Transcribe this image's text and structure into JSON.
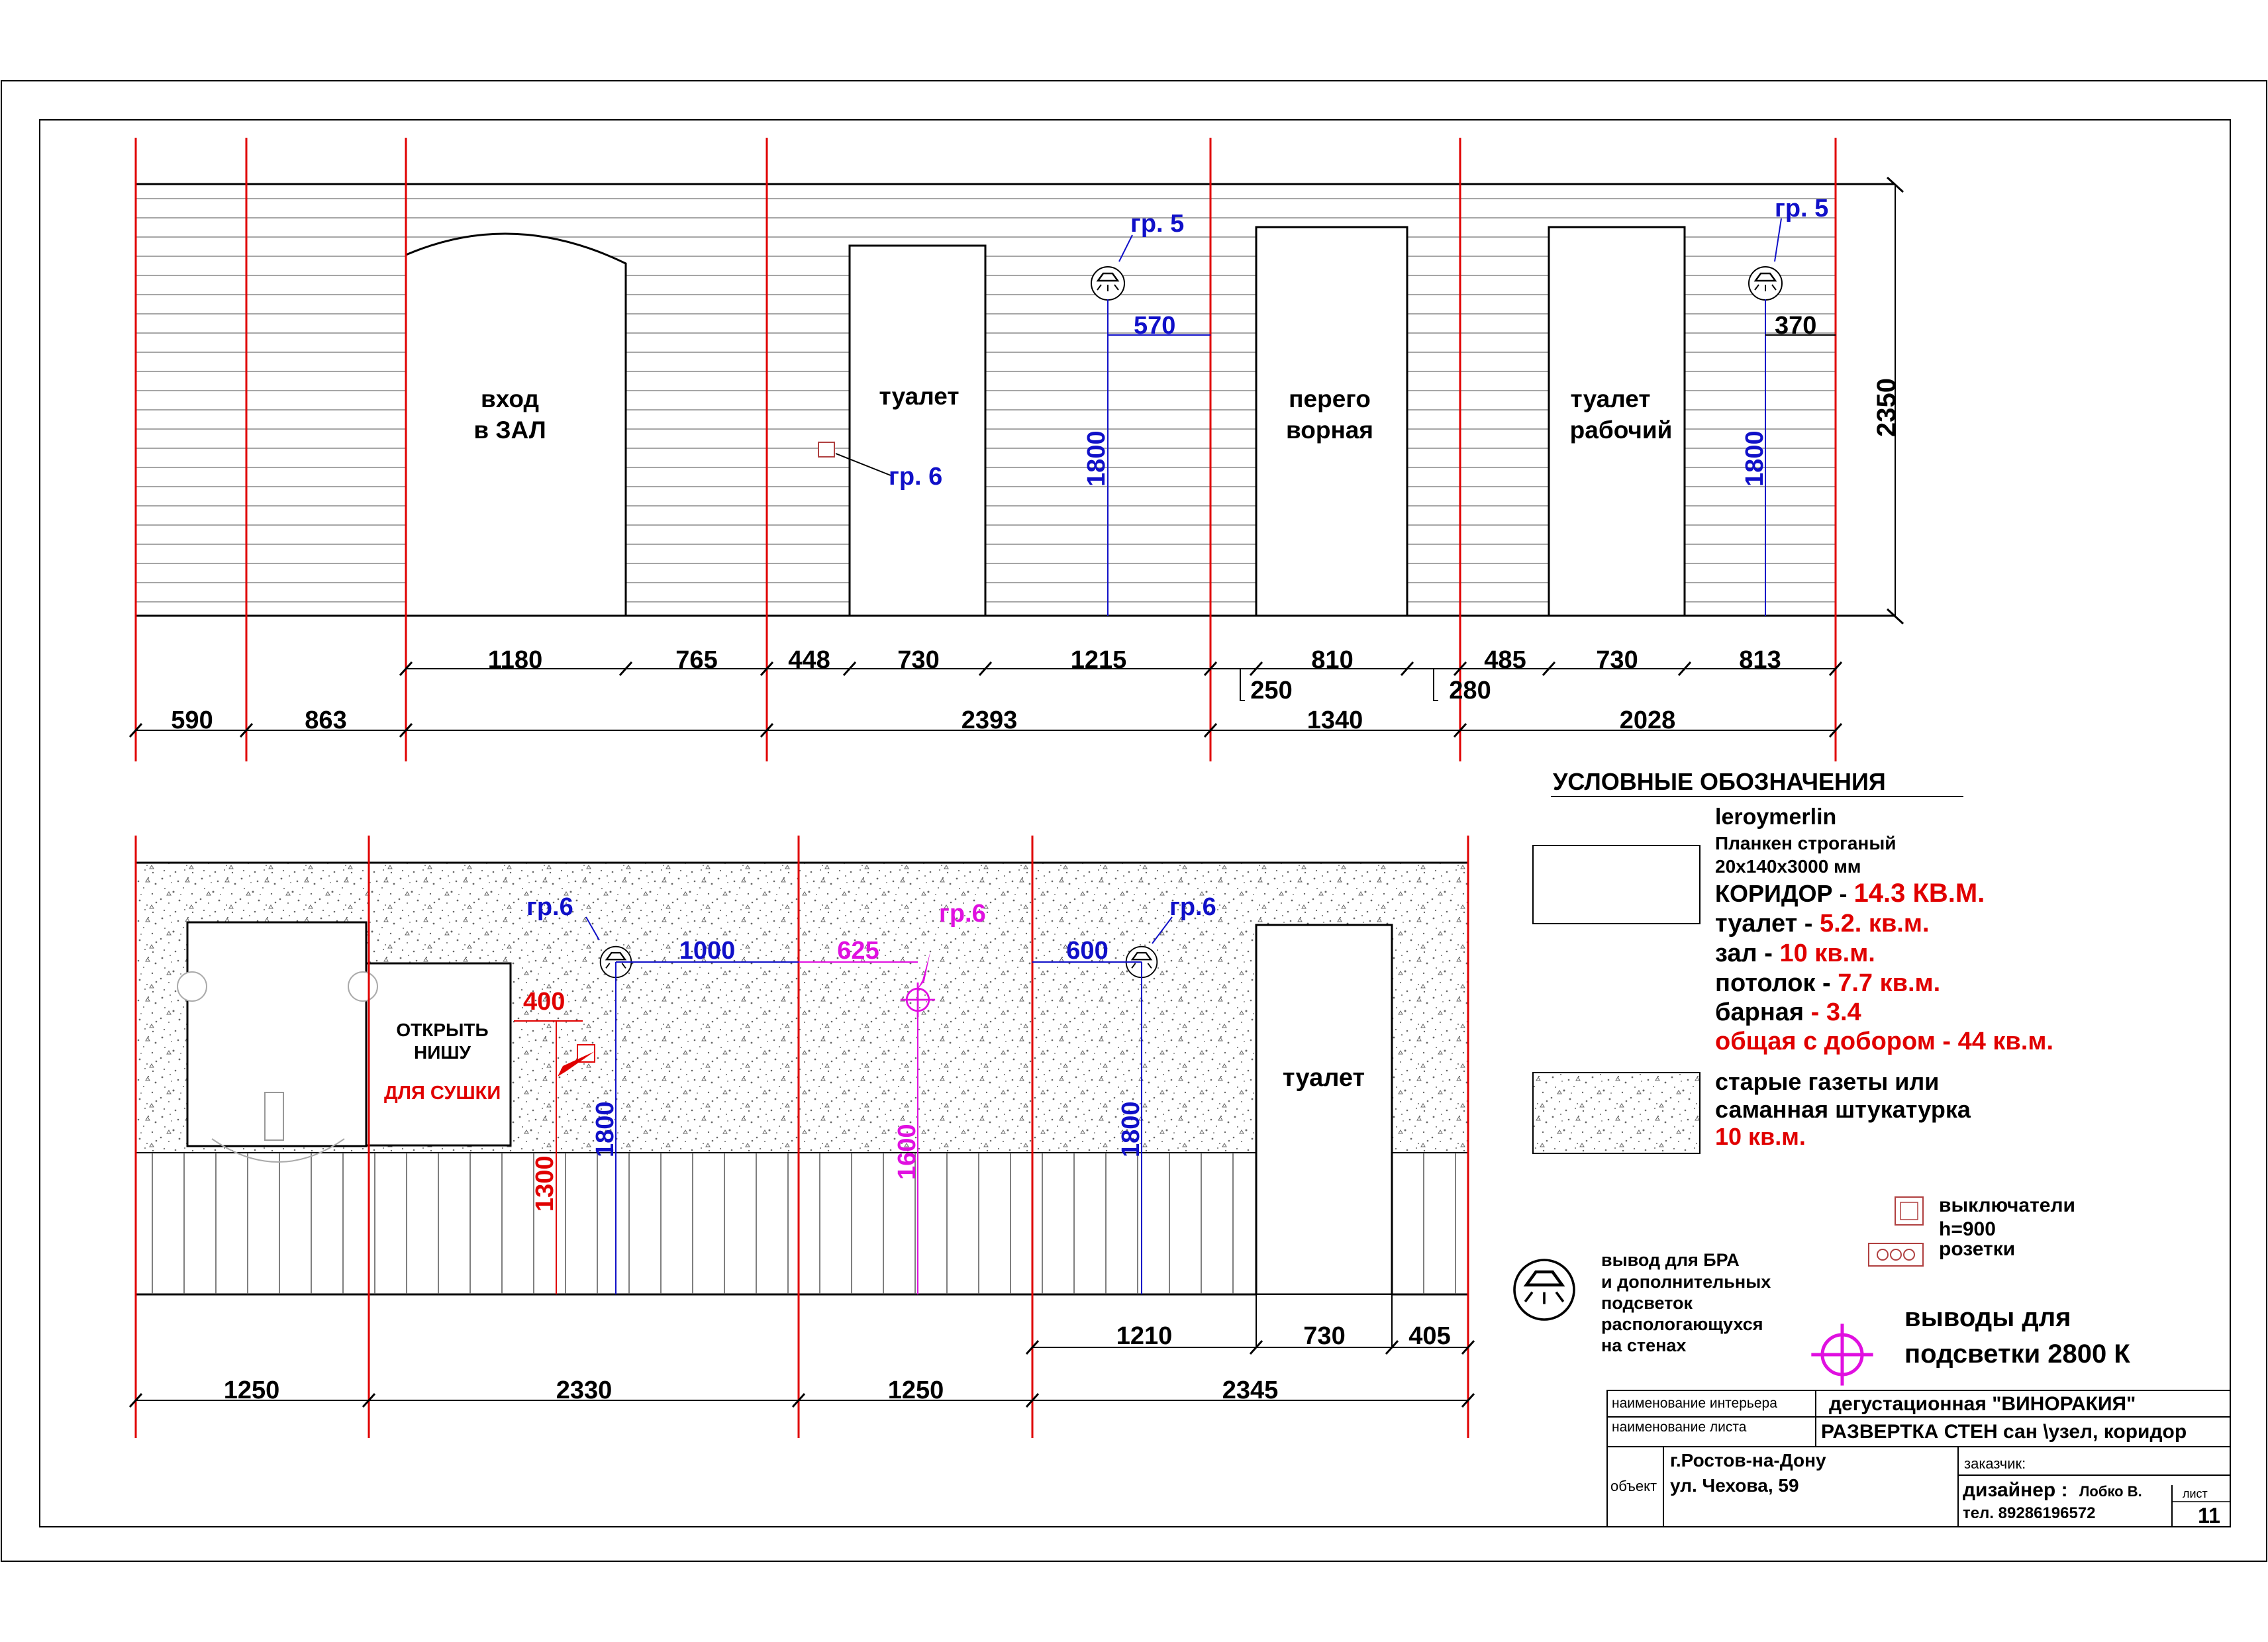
{
  "top_elevation": {
    "openings": {
      "entrance": [
        "вход",
        "в ЗАЛ"
      ],
      "toilet": "туалет",
      "changing": [
        "перего",
        "ворная"
      ],
      "staff_toilet": [
        "туалет",
        "рабочий"
      ]
    },
    "groups": {
      "g5_left": "гр. 5",
      "g5_right": "гр. 5",
      "g6": "гр. 6"
    },
    "dims_upper": [
      "1180",
      "765",
      "448",
      "730",
      "1215",
      "810",
      "485",
      "730",
      "813"
    ],
    "dims_small": [
      "250",
      "280"
    ],
    "dims_lower": [
      "590",
      "863",
      "2393",
      "1340",
      "2028"
    ],
    "height": "2350",
    "sconce_heights": [
      "1800",
      "1800"
    ],
    "sconce_offsets": [
      "570",
      "370"
    ]
  },
  "bottom_elevation": {
    "labels": {
      "niche": [
        "ОТКРЫТЬ",
        "НИШУ"
      ],
      "drying": "ДЛЯ СУШКИ",
      "toilet": "туалет"
    },
    "groups": [
      "гр.6",
      "гр.6",
      "гр.6"
    ],
    "dims_top": [
      "400",
      "1000",
      "625",
      "600"
    ],
    "verticals": [
      "1300",
      "1800",
      "1600",
      "1800"
    ],
    "dims_upper": [
      "1210",
      "730",
      "405"
    ],
    "dims_lower": [
      "1250",
      "2330",
      "1250",
      "2345"
    ]
  },
  "legend": {
    "title": "УСЛОВНЫЕ ОБОЗНАЧЕНИЯ",
    "brand": "leroymerlin",
    "product": "Планкен строганый",
    "size": "20х140х3000 мм",
    "areas": [
      {
        "label": "КОРИДОР - ",
        "value": "14.3 КВ.М."
      },
      {
        "label": "туалет - ",
        "value": "5.2. кв.м."
      },
      {
        "label": "зал - ",
        "value": "10 кв.м."
      },
      {
        "label": "потолок - ",
        "value": "7.7 кв.м."
      },
      {
        "label": "барная ",
        "value": "- 3.4"
      }
    ],
    "total": "общая с добором - 44 кв.м.",
    "plaster": [
      "старые газеты или",
      "саманная штукатурка"
    ],
    "plaster_area": "10 кв.м.",
    "switches": "выключатели",
    "switch_height": "h=900",
    "sockets": "розетки",
    "sconce": [
      "вывод для БРА",
      "и дополнительных",
      "подсветок",
      "распологающухся",
      "на стенах"
    ],
    "backlight": [
      "выводы для",
      "подсветки  2800 К"
    ]
  },
  "title_block": {
    "interior_label": "наименование интерьера",
    "interior": "дегустационная  \"ВИНОРАКИЯ\"",
    "sheet_label": "наименование листа",
    "sheet": "РАЗВЕРТКА СТЕН сан \\узел, коридор",
    "customer": "заказчик:",
    "object_label": "объект",
    "city": "г.Ростов-на-Дону",
    "address": "ул. Чехова, 59",
    "designer": "дизайнер :",
    "designer_name": "Лобко В.",
    "phone": "тел. 89286196572",
    "sheet_no_label": "лист",
    "sheet_no": "11"
  },
  "colors": {
    "red": "#e00000",
    "blue": "#1010c8",
    "magenta": "#e010e0"
  }
}
